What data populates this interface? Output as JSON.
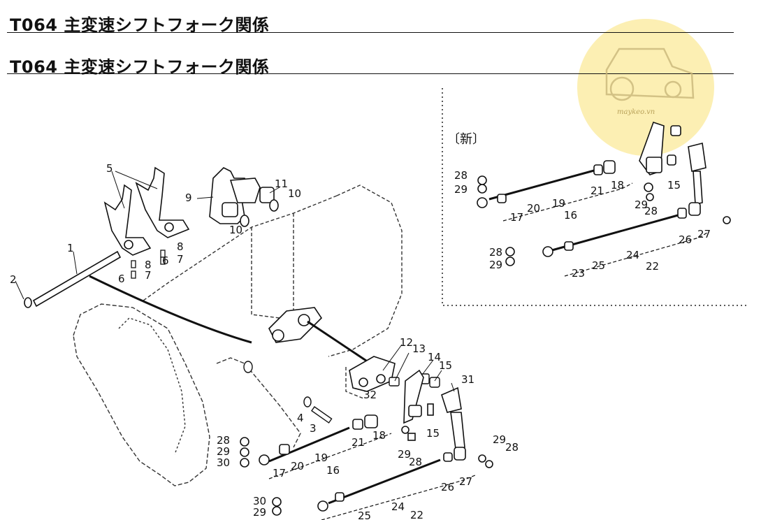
{
  "header": {
    "title_1": "T064 主変速シフトフォーク関係",
    "title_2": "T064 主変速シフトフォーク関係"
  },
  "inset": {
    "label": "〔新〕"
  },
  "watermark": {
    "text": "maykeo.vn",
    "color": "#fbe99a"
  },
  "callouts": {
    "c1": "1",
    "c2": "2",
    "c3": "3",
    "c4": "4",
    "c5": "5",
    "c6a": "6",
    "c6b": "6",
    "c7a": "7",
    "c7b": "7",
    "c8a": "8",
    "c8b": "8",
    "c9": "9",
    "c10a": "10",
    "c10b": "10",
    "c11": "11",
    "c12": "12",
    "c13": "13",
    "c14": "14",
    "c15": "15",
    "c16": "16",
    "c17": "17",
    "c18": "18",
    "c19": "19",
    "c20": "20",
    "c21": "21",
    "c22": "22",
    "c24": "24",
    "c25": "25",
    "c26": "26",
    "c27": "27",
    "c28a": "28",
    "c28b": "28",
    "c29a": "29",
    "c29b": "29",
    "c29c": "29",
    "c30a": "30",
    "c30b": "30",
    "c31": "31",
    "c32": "32",
    "n15": "15",
    "n16": "16",
    "n17": "17",
    "n18": "18",
    "n19": "19",
    "n20": "20",
    "n21": "21",
    "n22": "22",
    "n23": "23",
    "n24": "24",
    "n25": "25",
    "n26": "26",
    "n27": "27",
    "n28a": "28",
    "n28b": "28",
    "n28c": "28",
    "n29a": "29",
    "n29b": "29",
    "n29c": "29"
  }
}
